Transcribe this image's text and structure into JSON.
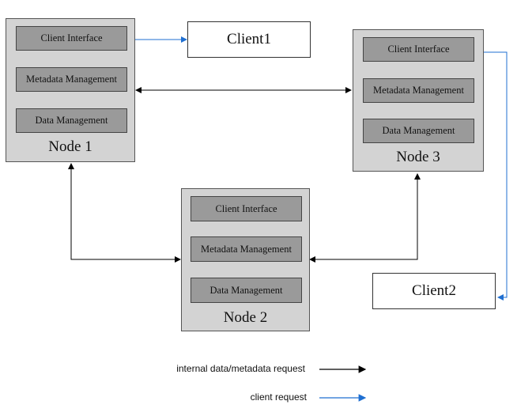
{
  "nodes": [
    {
      "label": "Node 1",
      "components": [
        "Client Interface",
        "Metadata Management",
        "Data Management"
      ]
    },
    {
      "label": "Node 3",
      "components": [
        "Client Interface",
        "Metadata Management",
        "Data Management"
      ]
    },
    {
      "label": "Node 2",
      "components": [
        "Client Interface",
        "Metadata Management",
        "Data Management"
      ]
    }
  ],
  "clients": [
    "Client1",
    "Client2"
  ],
  "legend": {
    "internal": "internal data/metadata request",
    "client": "client request"
  },
  "colors": {
    "internal": "#000000",
    "client": "#1f6fd1",
    "node_fill": "#d3d3d3",
    "component_fill": "#9a9a9a"
  }
}
